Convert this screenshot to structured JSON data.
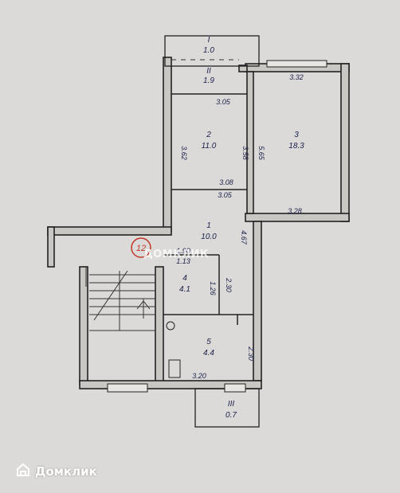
{
  "rooms": [
    {
      "id": "I",
      "area": "1.0"
    },
    {
      "id": "II",
      "area": "1.9"
    },
    {
      "id": "2",
      "area": "11.0"
    },
    {
      "id": "3",
      "area": "18.3"
    },
    {
      "id": "1",
      "area": "10.0"
    },
    {
      "id": "4",
      "area": "4.1"
    },
    {
      "id": "5",
      "area": "4.4"
    },
    {
      "id": "III",
      "area": "0.7"
    }
  ],
  "dimensions": [
    "3.32",
    "3.05",
    "3.62",
    "3.58",
    "5.65",
    "3.08",
    "3.05",
    "3.28",
    "4.67",
    "1.90",
    "1.13",
    "1.26",
    "2.30",
    "2.30",
    "3.20"
  ],
  "apartment_number": "12",
  "watermark": "ДОМКЛИК",
  "brand": {
    "name": "Домклик",
    "color": "#ffffff"
  },
  "colors": {
    "paper": "#dcdad8",
    "ink": "#1a1f4a",
    "circle": "#c0392b"
  }
}
